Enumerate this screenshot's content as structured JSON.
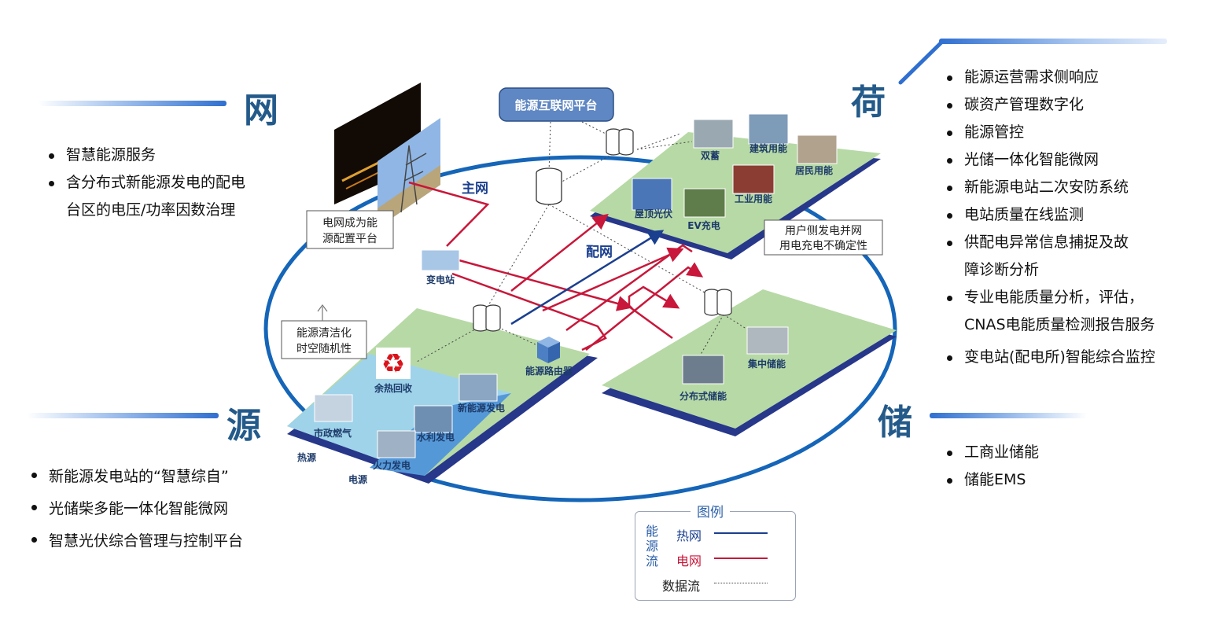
{
  "sections": {
    "wang": {
      "title": "网",
      "items": [
        "智慧能源服务",
        "含分布式新能源发电的配电",
        "台区的电压/功率因数治理"
      ]
    },
    "yuan": {
      "title": "源",
      "items": [
        "新能源发电站的“智慧综自”",
        "光储柴多能一体化智能微网",
        "智慧光伏综合管理与控制平台"
      ]
    },
    "he": {
      "title": "荷",
      "items": [
        "能源运营需求侧响应",
        "碳资产管理数字化",
        "能源管控",
        "光储一体化智能微网",
        "新能源电站二次安防系统",
        "电站质量在线监测",
        "供配电异常信息捕捉及故",
        "障诊断分析",
        "专业电能质量分析，评估，",
        "CNAS电能质量检测报告服务",
        "变电站(配电所)智能综合监控"
      ]
    },
    "chu": {
      "title": "储",
      "items": [
        "工商业储能",
        "储能EMS"
      ]
    }
  },
  "diagram": {
    "platform": "能源互联网平台",
    "zhuwang": "主网",
    "peiwang": "配网",
    "note_grid": [
      "电网成为能",
      "源配置平台"
    ],
    "note_clean": [
      "能源清洁化",
      "时空随机性"
    ],
    "note_user": [
      "用户侧发电并网",
      "用电充电不确定性"
    ],
    "nodes": {
      "substation": "变电站",
      "router": "能源路由器",
      "waste_heat": "余热回收",
      "municipal_gas": "市政燃气",
      "new_energy": "新能源发电",
      "hydro": "水利发电",
      "thermal": "火力发电",
      "heat_source": "热源",
      "power_source": "电源",
      "shuangxu": "双蓄",
      "building": "建筑用能",
      "resident": "居民用能",
      "industry": "工业用能",
      "rooftop_pv": "屋顶光伏",
      "ev": "EV充电",
      "distributed_storage": "分布式储能",
      "central_storage": "集中储能"
    }
  },
  "legend": {
    "title": "图例",
    "group": [
      "能",
      "源",
      "流"
    ],
    "heat": "热网",
    "power": "电网",
    "data": "数据流",
    "colors": {
      "heat": "#1a3f8f",
      "power": "#c8173a",
      "data": "#555555"
    }
  }
}
